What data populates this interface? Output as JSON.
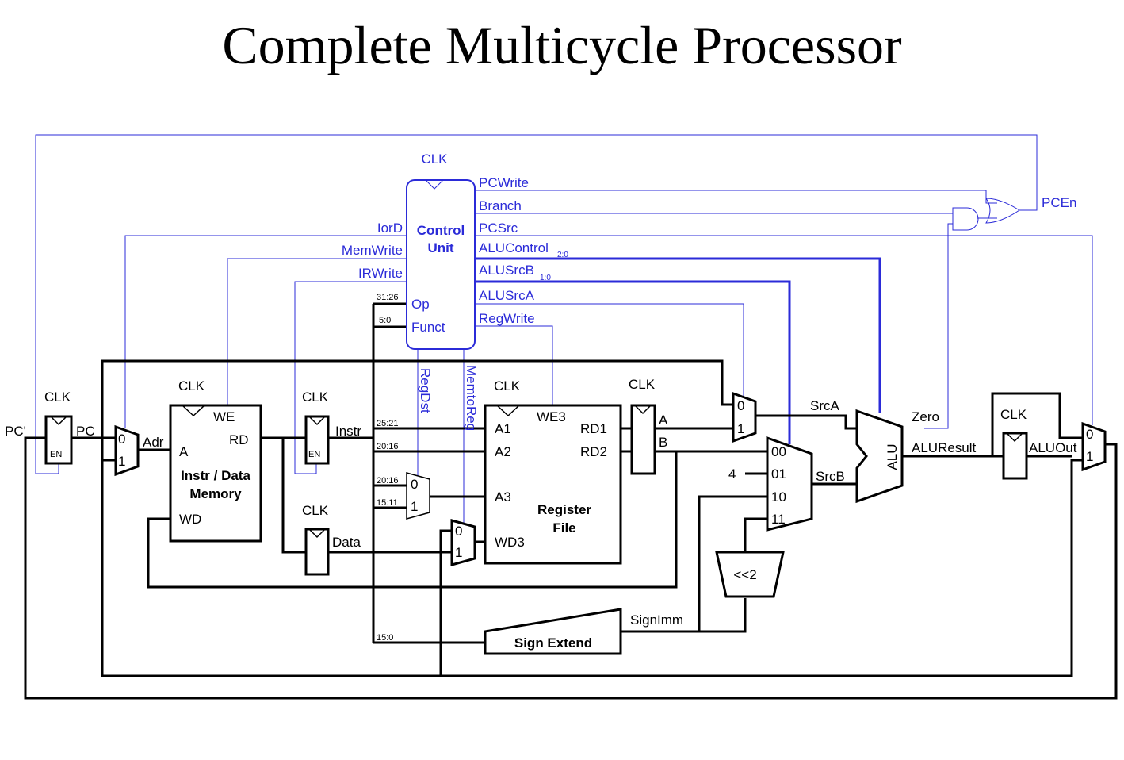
{
  "title": "Complete Multicycle Processor",
  "colors": {
    "wire": "#000000",
    "control": "#2b2bd8",
    "background": "#ffffff"
  },
  "control_unit": {
    "name_line1": "Control",
    "name_line2": "Unit",
    "clk": "CLK",
    "inputs": {
      "op": "Op",
      "funct": "Funct",
      "op_bits": "31:26",
      "funct_bits": "5:0"
    },
    "left_outputs": {
      "iord": "IorD",
      "memwrite": "MemWrite",
      "irwrite": "IRWrite"
    },
    "right_outputs": {
      "pcwrite": "PCWrite",
      "branch": "Branch",
      "pcsrc": "PCSrc",
      "alucontrol": "ALUControl",
      "alucontrol_sub": "2:0",
      "alusrcb": "ALUSrcB",
      "alusrcb_sub": "1:0",
      "alusrca": "ALUSrcA",
      "regwrite": "RegWrite"
    },
    "bottom_outputs": {
      "regdst": "RegDst",
      "memtoreg": "MemtoReg"
    }
  },
  "pcen": "PCEn",
  "pc_register": {
    "input": "PC'",
    "output": "PC",
    "clk": "CLK",
    "enable": "EN"
  },
  "adr_mux": {
    "in0": "0",
    "in1": "1",
    "output": "Adr"
  },
  "memory": {
    "name_line1": "Instr / Data",
    "name_line2": "Memory",
    "clk": "CLK",
    "we": "WE",
    "a": "A",
    "rd": "RD",
    "wd": "WD"
  },
  "instr_register": {
    "clk": "CLK",
    "enable": "EN",
    "output": "Instr"
  },
  "data_register": {
    "clk": "CLK",
    "output": "Data"
  },
  "instr_fields": {
    "rs": "25:21",
    "rt": "20:16",
    "rt2": "20:16",
    "rd": "15:11",
    "imm": "15:0"
  },
  "regdst_mux": {
    "in0": "0",
    "in1": "1"
  },
  "memtoreg_mux": {
    "in0": "0",
    "in1": "1"
  },
  "register_file": {
    "name_line1": "Register",
    "name_line2": "File",
    "clk": "CLK",
    "we3": "WE3",
    "a1": "A1",
    "a2": "A2",
    "a3": "A3",
    "wd3": "WD3",
    "rd1": "RD1",
    "rd2": "RD2"
  },
  "ab_register": {
    "clk": "CLK",
    "a": "A",
    "b": "B"
  },
  "srca_mux": {
    "in0": "0",
    "in1": "1",
    "output": "SrcA"
  },
  "srcb_mux": {
    "in00": "00",
    "in01": "01",
    "in10": "10",
    "in11": "11",
    "const4": "4",
    "output": "SrcB"
  },
  "shift": "<<2",
  "sign_extend": {
    "label": "Sign Extend",
    "output": "SignImm"
  },
  "alu": {
    "label": "ALU",
    "zero": "Zero",
    "result": "ALUResult"
  },
  "aluout_register": {
    "clk": "CLK",
    "output": "ALUOut"
  },
  "pc_mux": {
    "in0": "0",
    "in1": "1"
  }
}
